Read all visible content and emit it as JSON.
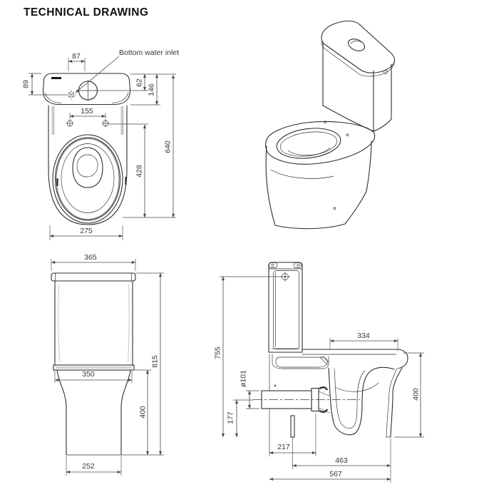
{
  "title": "TECHNICAL DRAWING",
  "callouts": {
    "bottom_water_inlet": "Bottom water inlet",
    "asterisk": "*"
  },
  "top_view": {
    "inlet_offset": "87",
    "inlet_setback": "89",
    "flush_button_depth": "62",
    "cistern_depth": "146",
    "fixing_hole_spacing": "155",
    "bowl_length": "428",
    "overall_length": "640",
    "bowl_width": "275"
  },
  "front_view": {
    "cistern_width": "365",
    "pan_width": "350",
    "overall_height": "815",
    "pan_height": "400",
    "base_width": "252"
  },
  "side_view": {
    "inlet_height": "755",
    "seat_depth": "334",
    "outlet_diameter": "ø101",
    "outlet_height": "177",
    "outlet_setback": "217",
    "pan_depth": "463",
    "overall_depth": "567",
    "pan_height": "400"
  },
  "colors": {
    "line": "#2e2e2e",
    "dimension": "#4a4a4a",
    "text": "#383838",
    "background": "#ffffff",
    "shading": "#c9c9c9"
  }
}
